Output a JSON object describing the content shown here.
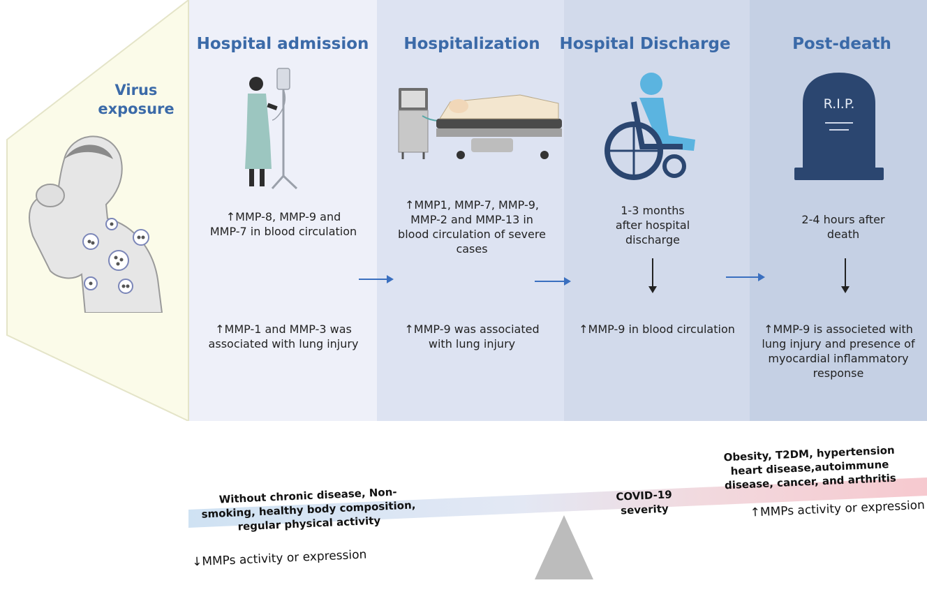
{
  "virus_exposure": "Virus\nexposure",
  "stages": [
    {
      "title": "Hospital admission",
      "detail": "↑MMP-8, MMP-9  and\nMMP-7 in blood circulation",
      "finding": "↑MMP-1 and MMP-3 was\nassociated with lung injury"
    },
    {
      "title": "Hospitalization",
      "detail": "↑MMP1, MMP-7,  MMP-9,\nMMP-2 and MMP-13 in\nblood circulation of severe\ncases",
      "finding": "↑MMP-9 was associated\nwith lung injury"
    },
    {
      "title": "Hospital Discharge",
      "detail": "1-3 months\nafter hospital\ndischarge",
      "finding": "↑MMP-9 in blood circulation"
    },
    {
      "title": "Post-death",
      "detail": "2-4 hours after\ndeath",
      "finding": "↑MMP-9 is associeted with\nlung injury  and presence of\nmyocardial inflammatory\nresponse"
    }
  ],
  "tombstone_text": "R.I.P.",
  "scale": {
    "low_factors": "Without chronic disease, Non-\nsmoking, healthy body composition,\nregular physical activity",
    "low_effect": "↓MMPs activity or expression",
    "center": "COVID-19\nseverity",
    "high_factors": "Obesity, T2DM, hypertension\nheart disease,autoimmune\ndisease, cancer,  and arthritis",
    "high_effect": "↑MMPs activity or expression"
  },
  "colors": {
    "title_blue": "#3b6aa8",
    "panel_1": "#eef0f9",
    "panel_2": "#dde3f2",
    "panel_3": "#d2daeb",
    "panel_4": "#c5d0e4",
    "hexagon": "#fbfbe9",
    "low_bar": "#cfe2f3",
    "high_bar": "#f6c9cf"
  }
}
